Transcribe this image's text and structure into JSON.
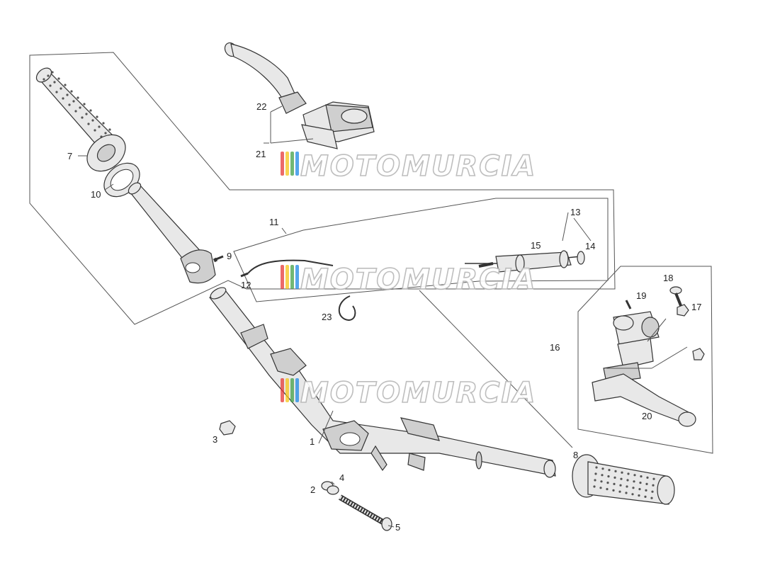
{
  "watermark": "MOTOMURCIA",
  "watermark_colors": [
    "#e53935",
    "#f5c518",
    "#43a047",
    "#1e88e5"
  ],
  "callouts": [
    "1",
    "2",
    "3",
    "4",
    "5",
    "7",
    "8",
    "9",
    "10",
    "11",
    "12",
    "13",
    "14",
    "15",
    "16",
    "17",
    "18",
    "19",
    "20",
    "21",
    "22",
    "23"
  ]
}
